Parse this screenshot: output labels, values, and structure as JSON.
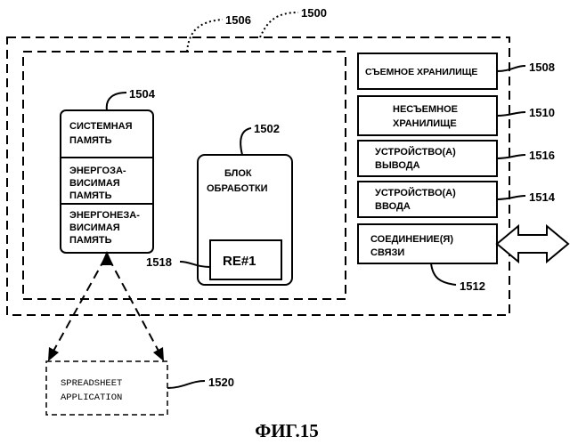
{
  "figure": {
    "caption": "ФИГ.15",
    "refs": {
      "system": "1500",
      "inner": "1506",
      "processing": "1502",
      "memory": "1504",
      "re": "1518",
      "removable": "1508",
      "nonremovable": "1510",
      "output": "1516",
      "input": "1514",
      "comm": "1512",
      "app": "1520"
    },
    "memory": {
      "system_line1": "СИСТЕМНАЯ",
      "system_line2": "ПАМЯТЬ",
      "volatile_line1": "ЭНЕРГОЗА-",
      "volatile_line2": "ВИСИМАЯ",
      "volatile_line3": "ПАМЯТЬ",
      "nonvolatile_line1": "ЭНЕРГОНЕЗА-",
      "nonvolatile_line2": "ВИСИМАЯ",
      "nonvolatile_line3": "ПАМЯТЬ"
    },
    "processing": {
      "line1": "БЛОК",
      "line2": "ОБРАБОТКИ",
      "re_label": "RE#1"
    },
    "removable": {
      "line1": "СЪЕМНОЕ ХРАНИЛИЩЕ"
    },
    "nonremovable": {
      "line1": "НЕСЪЕМНОЕ",
      "line2": "ХРАНИЛИЩЕ"
    },
    "output": {
      "line1": "УСТРОЙСТВО(А)",
      "line2": "ВЫВОДА"
    },
    "input": {
      "line1": "УСТРОЙСТВО(А)",
      "line2": "ВВОДА"
    },
    "comm": {
      "line1": "СОЕДИНЕНИЕ(Я)",
      "line2": "СВЯЗИ"
    },
    "app": {
      "line1": "SPREADSHEET",
      "line2": "APPLICATION"
    }
  }
}
